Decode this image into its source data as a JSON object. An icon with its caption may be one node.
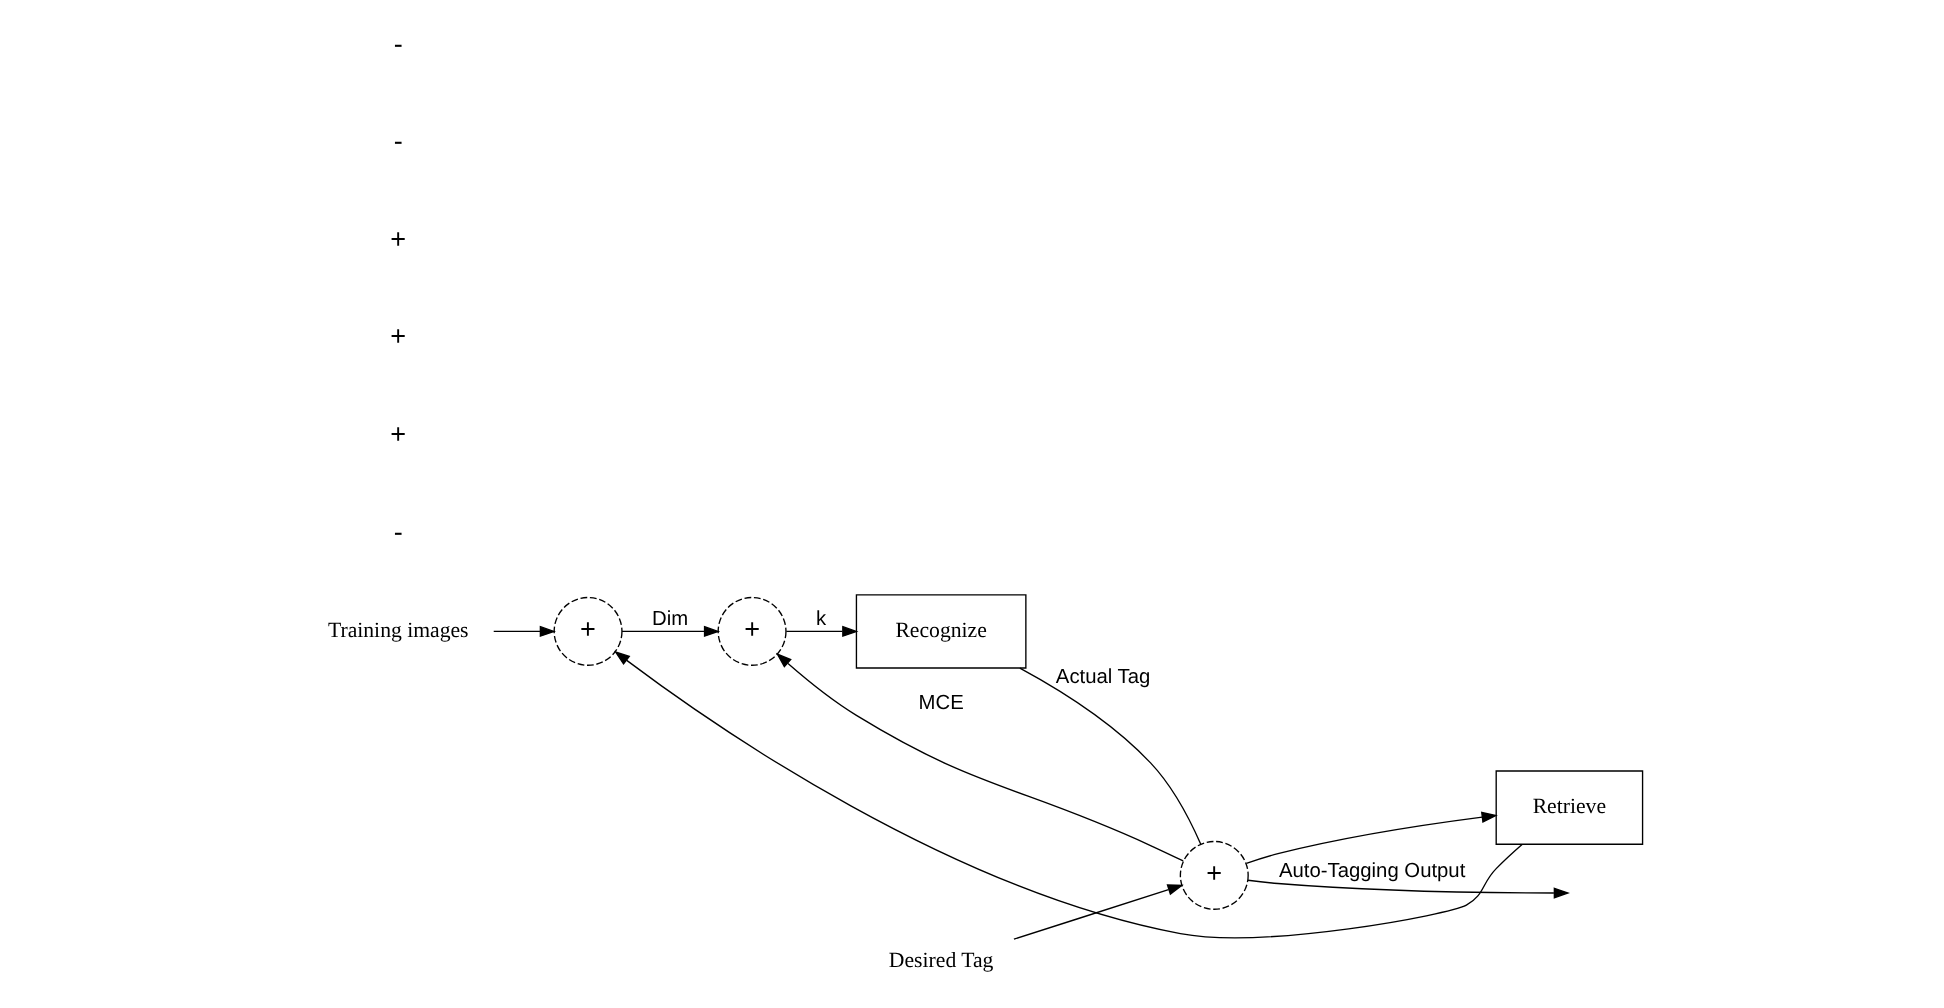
{
  "diagram": {
    "nodes": [
      {
        "text": [
          "Training images"
        ]
      },
      {
        "text": [
          "+"
        ]
      },
      {
        "text": [
          "+"
        ]
      },
      {
        "text": [
          "Recognize"
        ]
      },
      {
        "text": [
          "Desired Tag"
        ]
      },
      {
        "text": [
          "+"
        ]
      },
      {
        "text": [
          "Retrieve"
        ]
      }
    ],
    "edges": [
      {
        "from": 0,
        "to": 1,
        "arrow": "to"
      },
      {
        "from": 1,
        "to": 2,
        "label": "Dim",
        "arrow": "to"
      },
      {
        "from": 2,
        "to": 3,
        "label": "k",
        "arrow": "to"
      },
      {
        "from": 3,
        "to": 5,
        "label": "Actual Tag",
        "arrow": "none"
      },
      {
        "from": 4,
        "to": 5,
        "arrow": "to"
      },
      {
        "from": 5,
        "to": null,
        "label": "Auto-Tagging Output",
        "arrow": "to"
      },
      {
        "from": 5,
        "to": 2,
        "label": "MCE",
        "arrow": "to"
      },
      {
        "from": 5,
        "to": 6,
        "arrow": "to"
      },
      {
        "from": 6,
        "to": 1,
        "arrow": "to"
      }
    ],
    "labels": [
      "-",
      "+",
      "+",
      "+",
      "-",
      "-"
    ]
  }
}
